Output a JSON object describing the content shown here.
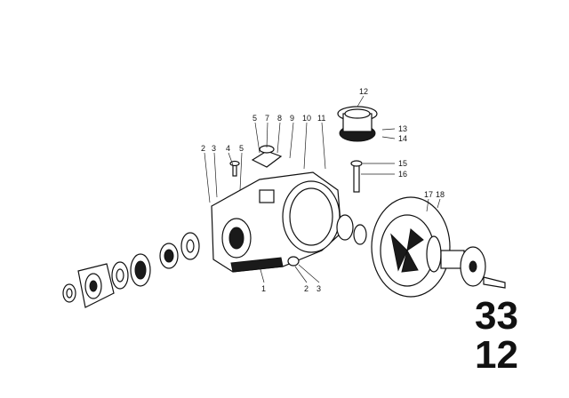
{
  "callouts": {
    "c1": "1",
    "c2a": "2",
    "c3a": "3",
    "c4": "4",
    "c5a": "5",
    "c5b": "5",
    "c7": "7",
    "c8": "8",
    "c9": "9",
    "c10": "10",
    "c11": "11",
    "c12": "12",
    "c13": "13",
    "c14": "14",
    "c15": "15",
    "c16": "16",
    "c17": "17",
    "c18": "18",
    "c2b": "2",
    "c3b": "3"
  },
  "reference": {
    "group": "33",
    "subgroup": "12"
  }
}
